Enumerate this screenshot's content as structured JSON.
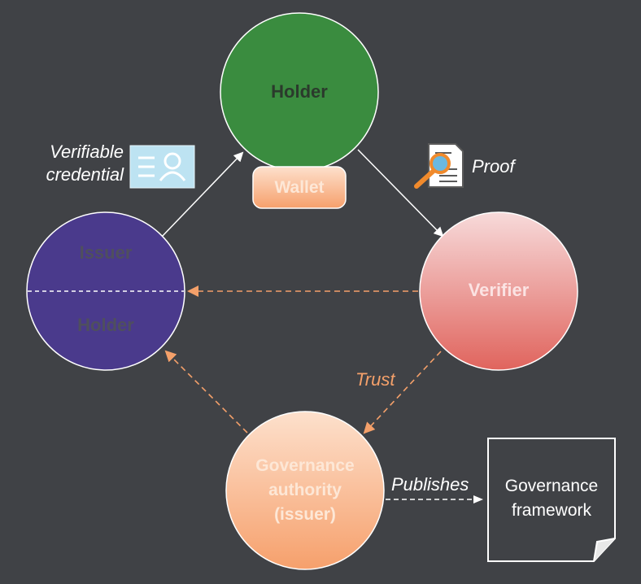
{
  "colors": {
    "background": "#404246",
    "holder": "#3a8c3f",
    "issuer_holder": "#4a3a8c",
    "verifier_top": "#f4c9c9",
    "verifier_bottom": "#e06a63",
    "governance_top": "#fdd3b7",
    "governance_bottom": "#f7a877",
    "trust_accent": "#f4a06a",
    "line_white": "#ffffff",
    "credential_card": "#bde3f2"
  },
  "nodes": {
    "holder": {
      "label": "Holder"
    },
    "wallet": {
      "label": "Wallet"
    },
    "issuer_holder": {
      "top_label": "Issuer",
      "bottom_label": "Holder"
    },
    "verifier": {
      "label": "Verifier"
    },
    "governance": {
      "line1": "Governance",
      "line2": "authority",
      "line3": "(issuer)"
    },
    "framework": {
      "line1": "Governance",
      "line2": "framework"
    }
  },
  "edge_labels": {
    "credential_line1": "Verifiable",
    "credential_line2": "credential",
    "proof": "Proof",
    "trust": "Trust",
    "publishes": "Publishes"
  },
  "icons": {
    "credential": "id-card-icon",
    "proof": "document-magnifier-icon"
  }
}
